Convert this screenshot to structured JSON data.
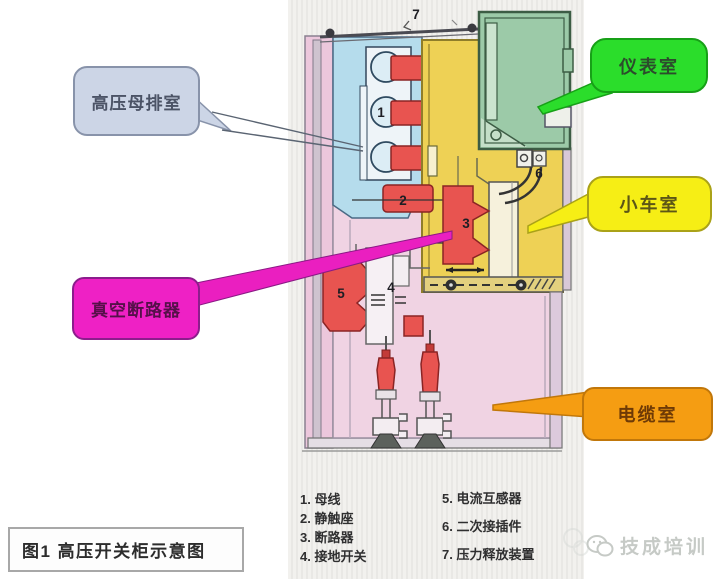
{
  "callouts": {
    "busbar_room": "高压母排室",
    "instrument_room": "仪表室",
    "trolley_room": "小车室",
    "vacuum_breaker": "真空断路器",
    "cable_room": "电缆室"
  },
  "markers": [
    "1",
    "2",
    "3",
    "4",
    "5",
    "6",
    "7"
  ],
  "legend": {
    "col1": [
      "1. 母线",
      "2. 静触座",
      "3. 断路器",
      "4. 接地开关"
    ],
    "col2": [
      "5. 电流互感器",
      "6. 二次接插件",
      "7. 压力释放装置"
    ]
  },
  "caption": "图1 高压开关柜示意图",
  "watermark": "技成培训",
  "colors": {
    "busbar_label_bg": "#ccd5e6",
    "instrument_label_bg": "#2bdd2b",
    "trolley_label_bg": "#f6ee15",
    "vacuum_label_bg": "#ee21c5",
    "cable_label_bg": "#f59d12",
    "busbar_room_fill": "#b5dcec",
    "trolley_room_fill": "#eed155",
    "instrument_room_fill": "#9ccaa8",
    "cable_room_fill": "#f0d3e3",
    "component_red": "#e85450"
  }
}
